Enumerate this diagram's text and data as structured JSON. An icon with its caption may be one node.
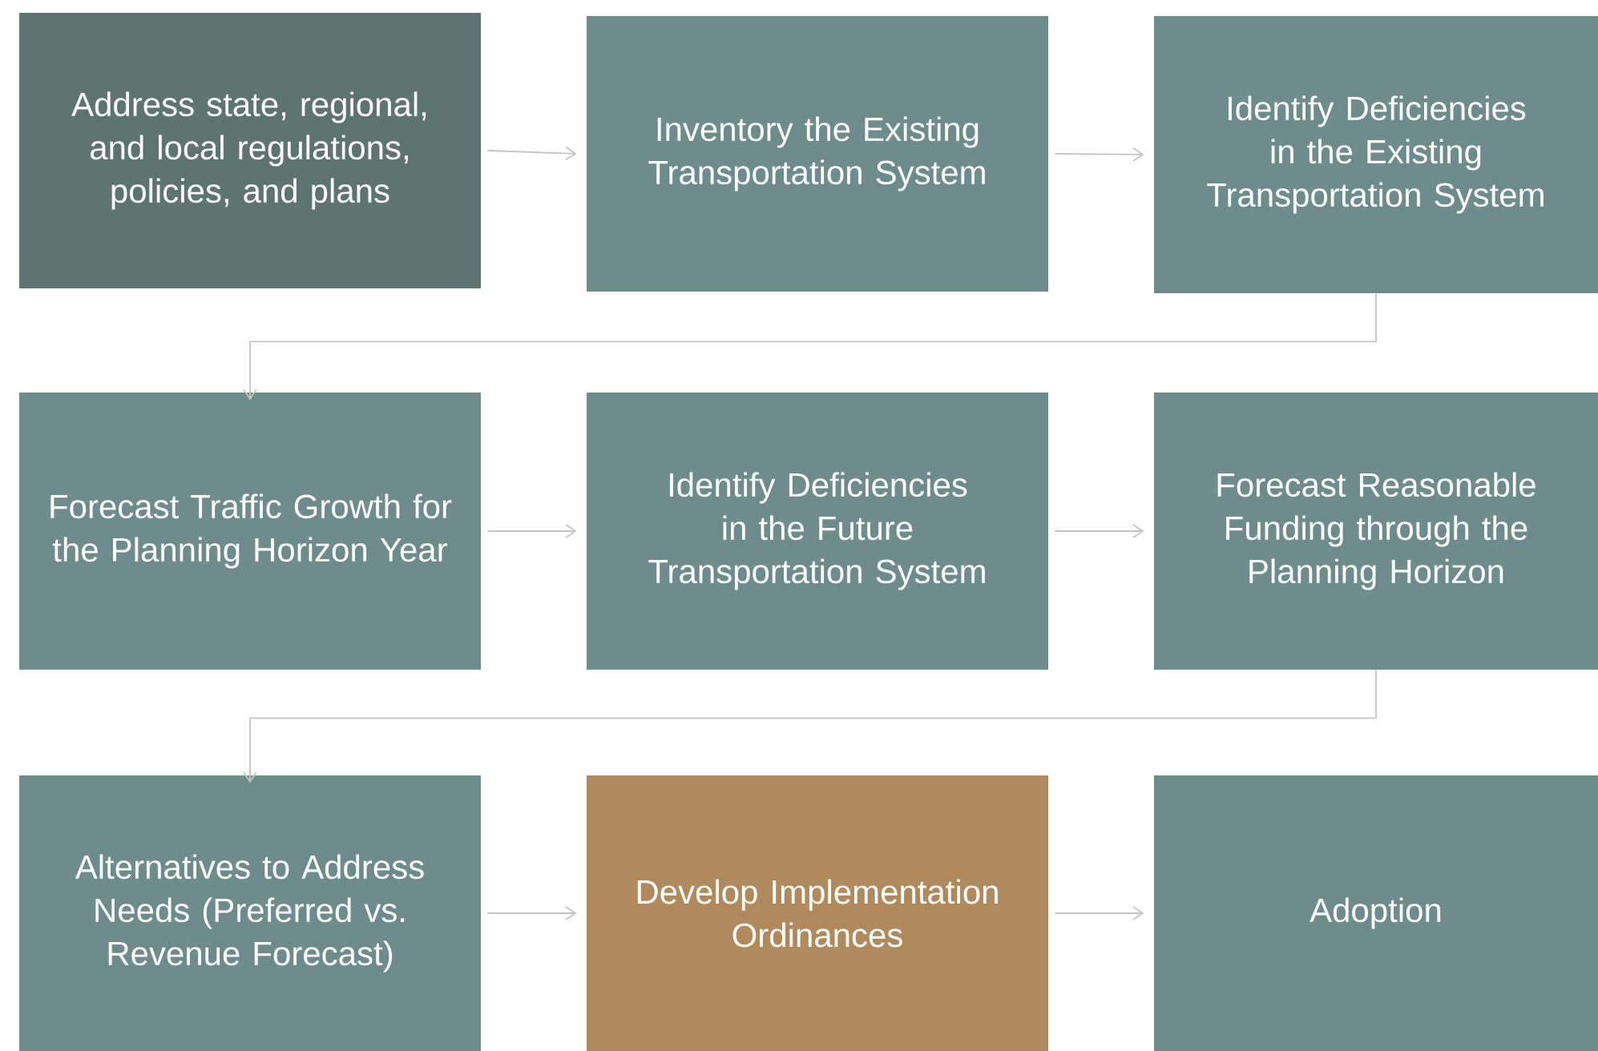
{
  "diagram": {
    "nodes": [
      {
        "text": [
          "Address state, regional, and local regulations, policies, and plans"
        ]
      },
      {
        "text": [
          "Inventory the Existing Transportation System"
        ]
      },
      {
        "text": [
          "Identify Deficiencies in the Existing Transportation System"
        ]
      },
      {
        "text": [
          "Forecast Traffic Growth for the Planning Horizon Year"
        ]
      },
      {
        "text": [
          "Identify Deficiencies in the Future Transportation System"
        ]
      },
      {
        "text": [
          "Forecast Reasonable Funding through the Planning Horizon"
        ]
      },
      {
        "text": [
          "Alternatives to Address Needs (Preferred vs. Revenue Forecast)"
        ]
      },
      {
        "text": [
          "Develop Implementation Ordinances"
        ]
      },
      {
        "text": [
          "Adoption"
        ]
      }
    ],
    "edges": [
      {
        "from": 0,
        "to": 1,
        "arrow": "to"
      },
      {
        "from": 1,
        "to": 2,
        "arrow": "to"
      },
      {
        "from": 2,
        "to": 3,
        "arrow": "to"
      },
      {
        "from": 3,
        "to": 4,
        "arrow": "to"
      },
      {
        "from": 4,
        "to": 5,
        "arrow": "to"
      },
      {
        "from": 5,
        "to": 6,
        "arrow": "to"
      },
      {
        "from": 6,
        "to": 7,
        "arrow": "to"
      },
      {
        "from": 7,
        "to": 8,
        "arrow": "to"
      }
    ]
  }
}
